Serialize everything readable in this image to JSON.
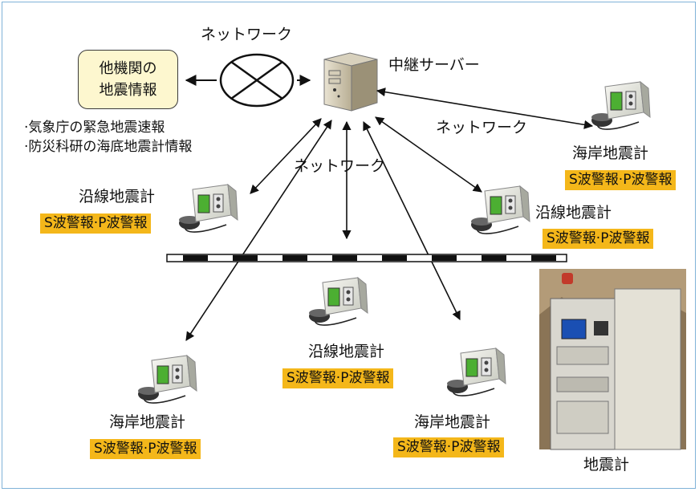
{
  "network_label": "ネットワーク",
  "relay_server": "中継サーバー",
  "other_agencies": {
    "line1": "他機関の",
    "line2": "地震情報"
  },
  "sources": [
    "·気象庁の緊急地震速報",
    "·防災科研の海底地震計情報"
  ],
  "seismometer_types": {
    "coastal": "海岸地震計",
    "trackside": "沿線地震計"
  },
  "warning_label": "S波警報·P波警報",
  "photo_caption": "地震計",
  "icons": [
    "server-icon",
    "seismometer-icon",
    "network-crossed-circle-icon",
    "railway-track-icon"
  ]
}
